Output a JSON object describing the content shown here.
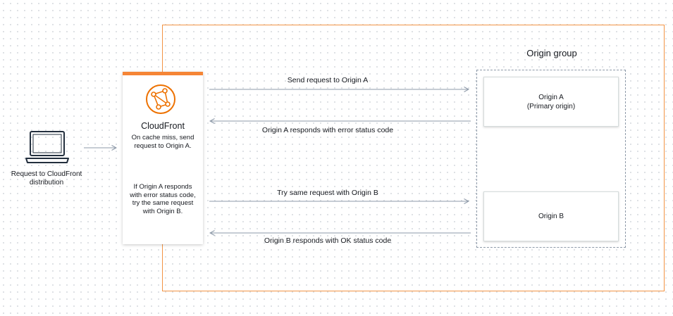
{
  "client": {
    "icon": "laptop-icon",
    "caption_line1": "Request to CloudFront",
    "caption_line2": "distribution"
  },
  "cloudfront": {
    "icon": "cloudfront-icon",
    "title": "CloudFront",
    "note1_line1": "On cache miss, send",
    "note1_line2": "request to Origin A.",
    "note2_line1": "If Origin A responds",
    "note2_line2": "with error status code,",
    "note2_line3": "try the same request",
    "note2_line4": "with Origin B.",
    "accent_color": "#f58536"
  },
  "origin_group": {
    "title": "Origin group",
    "frame_color": "#f29344",
    "origin_a": {
      "name": "Origin A",
      "subtitle": "(Primary origin)"
    },
    "origin_b": {
      "name": "Origin B"
    }
  },
  "flows": [
    {
      "label": "Send request to Origin A",
      "direction": "to-origin"
    },
    {
      "label": "Origin A responds with error status code",
      "direction": "to-cloudfront"
    },
    {
      "label": "Try same request with Origin B",
      "direction": "to-origin"
    },
    {
      "label": "Origin B responds with OK status code",
      "direction": "to-cloudfront"
    }
  ]
}
